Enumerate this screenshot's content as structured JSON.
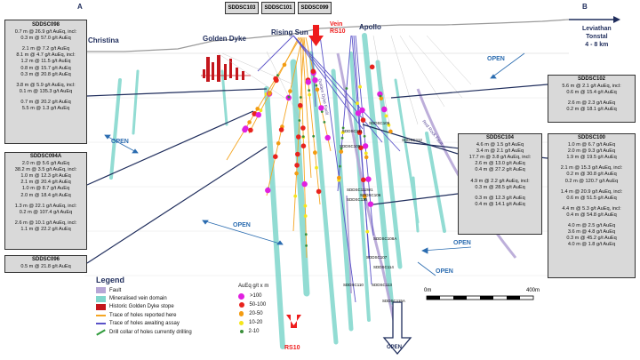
{
  "section_labels": {
    "a": "A",
    "b": "B"
  },
  "localities": {
    "christina": "Christina",
    "golden_dyke": "Golden Dyke",
    "rising_sun": "Rising Sun",
    "apollo": "Apollo",
    "leviathan": [
      "Leviathan",
      "Tonstal",
      "4 - 8 km"
    ]
  },
  "header_boxes": [
    "SDDSC103",
    "SDDSC101",
    "SDDSC099"
  ],
  "vein_label": [
    "Vein",
    "RS10"
  ],
  "bottom_vein_label": "RS10",
  "faults": {
    "golden_dyke_fault": "Golden Dyke Fault",
    "red_rock_fault": "Red Rock Fault"
  },
  "open_labels": [
    "OPEN",
    "OPEN",
    "OPEN",
    "OPEN",
    "OPEN",
    "OPEN"
  ],
  "hole_labels": [
    "SDDSC105",
    "SDDSC111",
    "SDDSC109",
    "SDDSC112",
    "SDDSC112W1",
    "SDDSC106",
    "SDDSC116",
    "SDDSC108A",
    "SDDSC107",
    "SDDSC114",
    "SDDSC110",
    "SDDSC113",
    "SDDSC115A"
  ],
  "intercepts": {
    "sddsc098": {
      "title": "SDDSC098",
      "lines": [
        "0.7 m @ 26.9 g/t AuEq, incl:",
        "0.3 m @ 57.0 g/t AuEq",
        "",
        "2.1 m @ 7.2 g/t AuEq",
        "8.1 m @ 4.7 g/t AuEq, incl:",
        "1.2 m @ 11.5 g/t AuEq",
        "0.8 m @ 15.7 g/t AuEq",
        "0.3 m @ 20.8 g/t AuEq",
        "",
        "3.8 m @ 5.9 g/t AuEq, incl:",
        "0.1 m @ 135.3 g/t AuEq",
        "",
        "0.7 m @ 20.2 g/t AuEq",
        "5.5 m @ 1.3 g/t AuEq"
      ]
    },
    "sddsc094a": {
      "title": "SDDSC094A",
      "lines": [
        "2.0 m @ 5.6 g/t AuEq",
        "38.2 m @ 3.5 g/t AuEq, incl:",
        "1.0 m @ 12.3 g/t AuEq",
        "2.1 m @ 20.4 g/t AuEq",
        "1.0 m @ 8.7 g/t AuEq",
        "2.0 m @ 18.4 g/t AuEq",
        "",
        "1.3 m @ 22.1 g/t AuEq, incl:",
        "0.2 m @ 107.4 g/t AuEq",
        "",
        "2.6 m @ 10.1 g/t AuEq, incl:",
        "1.1 m @ 22.2 g/t AuEq"
      ]
    },
    "sddsc096": {
      "title": "SDDSC096",
      "lines": [
        "0.5 m @ 21.8 g/t AuEq"
      ]
    },
    "sddsc102": {
      "title": "SDDSC102",
      "lines": [
        "5.6 m @ 2.1 g/t AuEq, incl:",
        "0.6 m @ 15.4 g/t AuEq",
        "",
        "2.6 m @ 2.3 g/t AuEq",
        "0.2 m @ 18.1 g/t AuEq"
      ]
    },
    "sddsc104": {
      "title": "SDDSC104",
      "lines": [
        "4.6 m @ 1.5 g/t AuEq",
        "3.4 m @ 2.1 g/t AuEq",
        "17.7 m @ 3.8 g/t AuEq, incl:",
        "2.6 m @ 13.0 g/t AuEq",
        "0.4 m @ 27.2 g/t AuEq",
        "",
        "4.9 m @ 2.2 g/t AuEq, incl:",
        "0.3 m @ 28.5 g/t AuEq",
        "",
        "0.3 m @ 12.3 g/t AuEq",
        "0.4 m @ 14.1 g/t AuEq"
      ]
    },
    "sddsc100": {
      "title": "SDDSC100",
      "lines": [
        "1.0 m @ 6.7 g/t AuEq",
        "2.0 m @ 9.3 g/t AuEq",
        "1.9 m @ 19.5 g/t AuEq",
        "",
        "2.1 m @ 15.3 g/t AuEq, incl:",
        "0.2 m @ 30.8 g/t AuEq",
        "0.2 m @ 120.7 g/t AuEq",
        "",
        "1.4 m @ 20.9 g/t AuEq, incl:",
        "0.6 m @ 51.5 g/t AuEq",
        "",
        "4.4 m @ 5.3 g/t AuEq, incl:",
        "0.4 m @ 54.8 g/t AuEq",
        "",
        "4.0 m @ 2.5 g/t AuEq",
        "3.6 m @ 4.8 g/t AuEq",
        "0.3 m @ 45.2 g/t AuEq",
        "4.0 m @ 1.8 g/t AuEq"
      ]
    }
  },
  "legend": {
    "title": "Legend",
    "items": [
      {
        "label": "Fault",
        "color": "#b6a6d6"
      },
      {
        "label": "Mineralised vein domain",
        "color": "#7fd6cc"
      },
      {
        "label": "Historic Golden Dyke stope",
        "color": "#c4161c"
      },
      {
        "label": "Trace of holes reported here",
        "color": "#f5a623"
      },
      {
        "label": "Trace of holes awaiting assay",
        "color": "#5a52c8"
      },
      {
        "label": "Drill collar of holes currently drilling",
        "color": "#2e9a3a"
      }
    ]
  },
  "grade_legend": {
    "title": "AuEq g/t x m",
    "items": [
      {
        "label": ">100",
        "color": "#e020e0"
      },
      {
        "label": "50-100",
        "color": "#e8231d"
      },
      {
        "label": "20-50",
        "color": "#f39c12"
      },
      {
        "label": "10-20",
        "color": "#f5e61a"
      },
      {
        "label": "2-10",
        "color": "#3a8f3a"
      }
    ]
  },
  "scale": {
    "start": "0m",
    "end": "400m"
  },
  "colors": {
    "vein": "#7fd6cc",
    "fault": "#b6a6d6",
    "reported": "#f5a623",
    "awaiting": "#5a52c8",
    "callout": "#1f2d5c",
    "open": "#2b6cb0"
  }
}
